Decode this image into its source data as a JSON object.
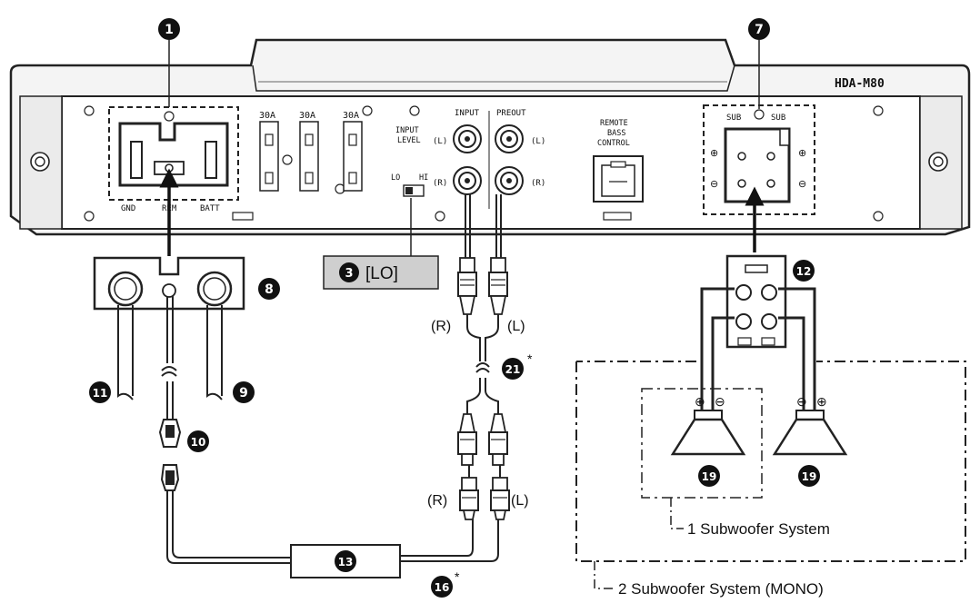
{
  "model": "HDA-M80",
  "fuses": [
    "30A",
    "30A",
    "30A"
  ],
  "terminals": {
    "gnd": "GND",
    "rem": "REM",
    "batt": "BATT"
  },
  "input_level": {
    "title_1": "INPUT",
    "title_2": "LEVEL",
    "lo": "LO",
    "hi": "HI",
    "setting": "[LO]",
    "badge": "3"
  },
  "rca": {
    "input": "INPUT",
    "preout": "PREOUT",
    "left": "(L)",
    "right": "(R)"
  },
  "remote": {
    "line1": "REMOTE",
    "line2": "BASS",
    "line3": "CONTROL"
  },
  "speaker": {
    "sub_left": "SUB",
    "sub_right": "SUB",
    "plus": "⊕",
    "minus": "⊖"
  },
  "cable_labels": {
    "r": "(R)",
    "l": "(L)",
    "asterisk": "*"
  },
  "badges": {
    "b1": "1",
    "b7": "7",
    "b8": "8",
    "b9": "9",
    "b10": "10",
    "b11": "11",
    "b12": "12",
    "b13": "13",
    "b16": "16",
    "b19a": "19",
    "b19b": "19",
    "b21": "21"
  },
  "systems": {
    "one": "1 Subwoofer System",
    "two": "2 Subwoofer System (MONO)"
  }
}
